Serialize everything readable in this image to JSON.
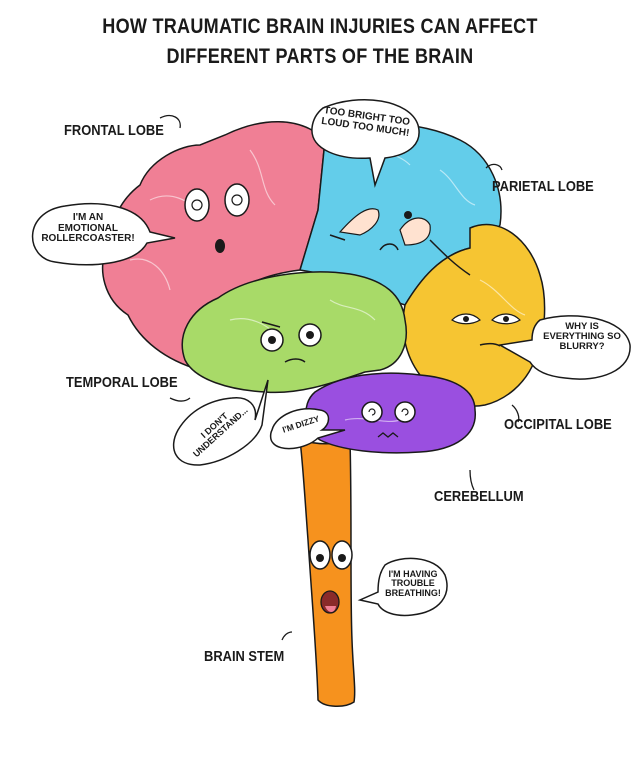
{
  "title": {
    "line1": "HOW TRAUMATIC BRAIN INJURIES CAN AFFECT",
    "line2": "DIFFERENT PARTS OF THE BRAIN"
  },
  "labels": {
    "frontal": "FRONTAL LOBE",
    "parietal": "PARIETAL LOBE",
    "temporal": "TEMPORAL LOBE",
    "occipital": "OCCIPITAL LOBE",
    "cerebellum": "CEREBELLUM",
    "brainstem": "BRAIN STEM"
  },
  "bubbles": {
    "frontal": [
      "I'M AN",
      "EMOTIONAL",
      "ROLLERCOASTER!"
    ],
    "parietal": [
      "TOO BRIGHT TOO",
      "LOUD TOO MUCH!"
    ],
    "occipital": [
      "WHY IS",
      "EVERYTHING SO",
      "BLURRY?"
    ],
    "temporal": [
      "I DON'T",
      "UNDERSTAND..."
    ],
    "cerebellum": [
      "I'M DIZZY"
    ],
    "brainstem": [
      "I'M HAVING",
      "TROUBLE",
      "BREATHING!"
    ]
  },
  "colors": {
    "frontal": "#f07f95",
    "parietal": "#63cdea",
    "occipital": "#f6c532",
    "temporal": "#a8da68",
    "cerebellum": "#9a4fe0",
    "brainstem": "#f6921e",
    "outline": "#1a1a1a"
  }
}
